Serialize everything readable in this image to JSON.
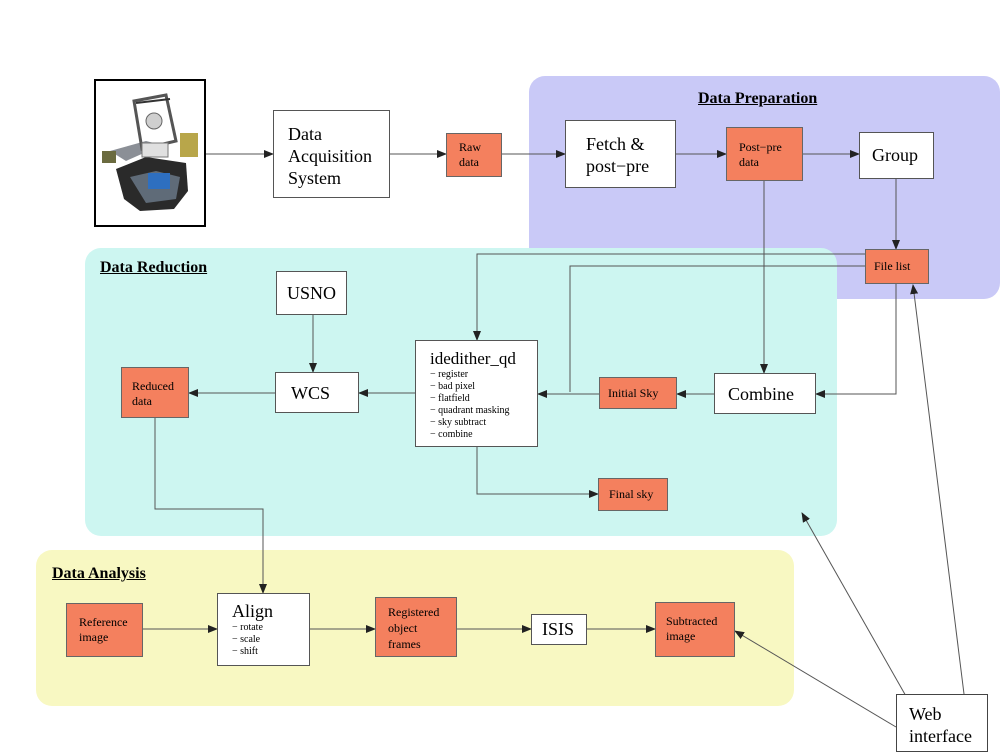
{
  "regions": {
    "preparation": {
      "title": "Data Preparation",
      "color": "#c9c9f7"
    },
    "reduction": {
      "title": "Data Reduction",
      "color": "#cdf6f1"
    },
    "analysis": {
      "title": "Data Analysis",
      "color": "#f8f8c2"
    }
  },
  "nodes": {
    "daq": {
      "line1": "Data",
      "line2": "Acquisition",
      "line3": "System"
    },
    "raw_data": {
      "line1": "Raw",
      "line2": "data"
    },
    "fetch": {
      "line1": "Fetch &",
      "line2": "post−pre"
    },
    "postpre_data": {
      "line1": "Post−pre",
      "line2": "data"
    },
    "group": {
      "label": "Group"
    },
    "file_list": {
      "label": "File list"
    },
    "usno": {
      "label": "USNO"
    },
    "wcs": {
      "label": "WCS"
    },
    "reduced_data": {
      "line1": "Reduced",
      "line2": "data"
    },
    "idedither": {
      "title": "idedither_qd",
      "steps": [
        "− register",
        "− bad pixel",
        "− flatfield",
        "− quadrant masking",
        "− sky subtract",
        "− combine"
      ]
    },
    "initial_sky": {
      "label": "Initial Sky"
    },
    "combine": {
      "label": "Combine"
    },
    "final_sky": {
      "label": "Final sky"
    },
    "reference_image": {
      "line1": "Reference",
      "line2": "image"
    },
    "align": {
      "title": "Align",
      "steps": [
        "− rotate",
        "− scale",
        "− shift"
      ]
    },
    "registered": {
      "line1": "Registered",
      "line2": "object",
      "line3": "frames"
    },
    "isis": {
      "label": "ISIS"
    },
    "subtracted": {
      "line1": "Subtracted",
      "line2": "image"
    },
    "web": {
      "line1": "Web",
      "line2": "interface"
    }
  },
  "colors": {
    "product_box": "#f4805e",
    "arrow": "#333333"
  }
}
